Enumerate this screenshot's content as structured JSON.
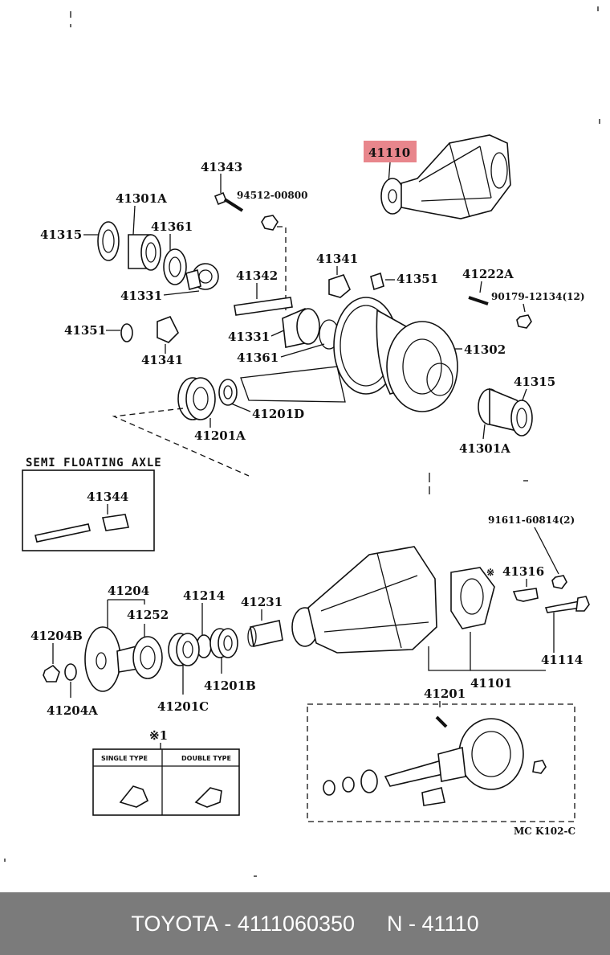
{
  "diagram": {
    "highlight_color": "#e8868c",
    "labels": {
      "p41110": "41110",
      "p41343": "41343",
      "p94512": "94512-00800",
      "p41301a_top": "41301A",
      "p41315_top": "41315",
      "p41361_top": "41361",
      "p41331_top": "41331",
      "p41341_top": "41341",
      "p41351_right": "41351",
      "p41342": "41342",
      "p41222a": "41222A",
      "p90179": "90179-12134(12)",
      "p41351_left": "41351",
      "p41331_mid": "41331",
      "p41341_left": "41341",
      "p41361_mid": "41361",
      "p41302": "41302",
      "p41315_right": "41315",
      "p41201d": "41201D",
      "p41201a": "41201A",
      "p41301a_right": "41301A",
      "semi_floating": "SEMI FLOATING AXLE",
      "p41344": "41344",
      "p91611": "91611-60814(2)",
      "p41316": "41316",
      "p41204": "41204",
      "p41214": "41214",
      "p41231": "41231",
      "p41252": "41252",
      "p41204b": "41204B",
      "p41204a": "41204A",
      "p41201c": "41201C",
      "p41201b": "41201B",
      "p41114": "41114",
      "p41101": "41101",
      "p41201": "41201",
      "note_mark": "※1",
      "note_mark_small": "※",
      "single_type": "SINGLE TYPE",
      "double_type": "DOUBLE TYPE",
      "ref_code": "MC K102-C"
    }
  },
  "footer": {
    "brand": "TOYOTA",
    "part_number": "4111060350",
    "ref": "N - 41110",
    "background": "#7b7b7b"
  }
}
